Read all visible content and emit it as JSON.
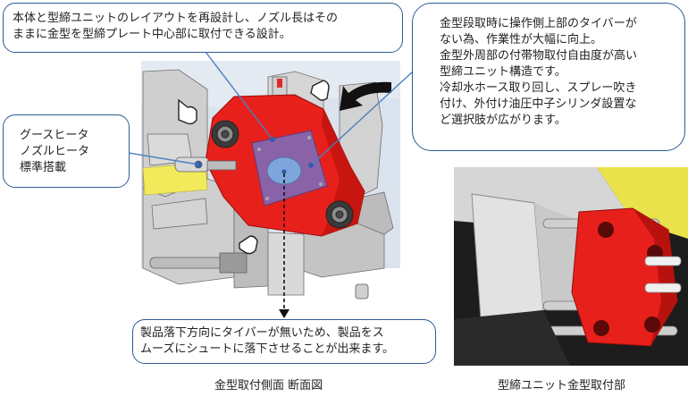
{
  "callouts": {
    "top": {
      "lines": [
        "本体と型締ユニットのレイアウトを再設計し、ノズル長はその",
        "ままに金型を型締プレート中心部に取付できる設計。"
      ]
    },
    "right": {
      "lines": [
        "金型段取時に操作側上部のタイバーが",
        "ない為、作業性が大幅に向上。",
        "金型外周部の付帯物取付自由度が高い",
        "型締ユニット構造です。",
        "冷却水ホース取り回し、スプレー吹き",
        "付け、外付け油圧中子シリンダ設置な",
        "ど選択肢が広がります。"
      ]
    },
    "left": {
      "lines": [
        "グースヒータ",
        "ノズルヒータ",
        "標準搭載"
      ]
    },
    "bottom": {
      "lines": [
        "製品落下方向にタイバーが無いため、製品をス",
        "ムーズにシュートに落下させることが出来ます。"
      ]
    }
  },
  "captions": {
    "left": "金型取付側面 断面図",
    "right": "型締ユニット金型取付部"
  },
  "colors": {
    "callout_border": "#2f5a96",
    "leader_line": "#4a7fc1",
    "clamp_red": "#e8201c",
    "mold_plate": "#8a62a8",
    "mold_center": "#7fa6dc",
    "machine_gray": "#c9c9c9",
    "background_blue": "#d9e2ee",
    "heater_yellow": "#f2ea5a"
  }
}
